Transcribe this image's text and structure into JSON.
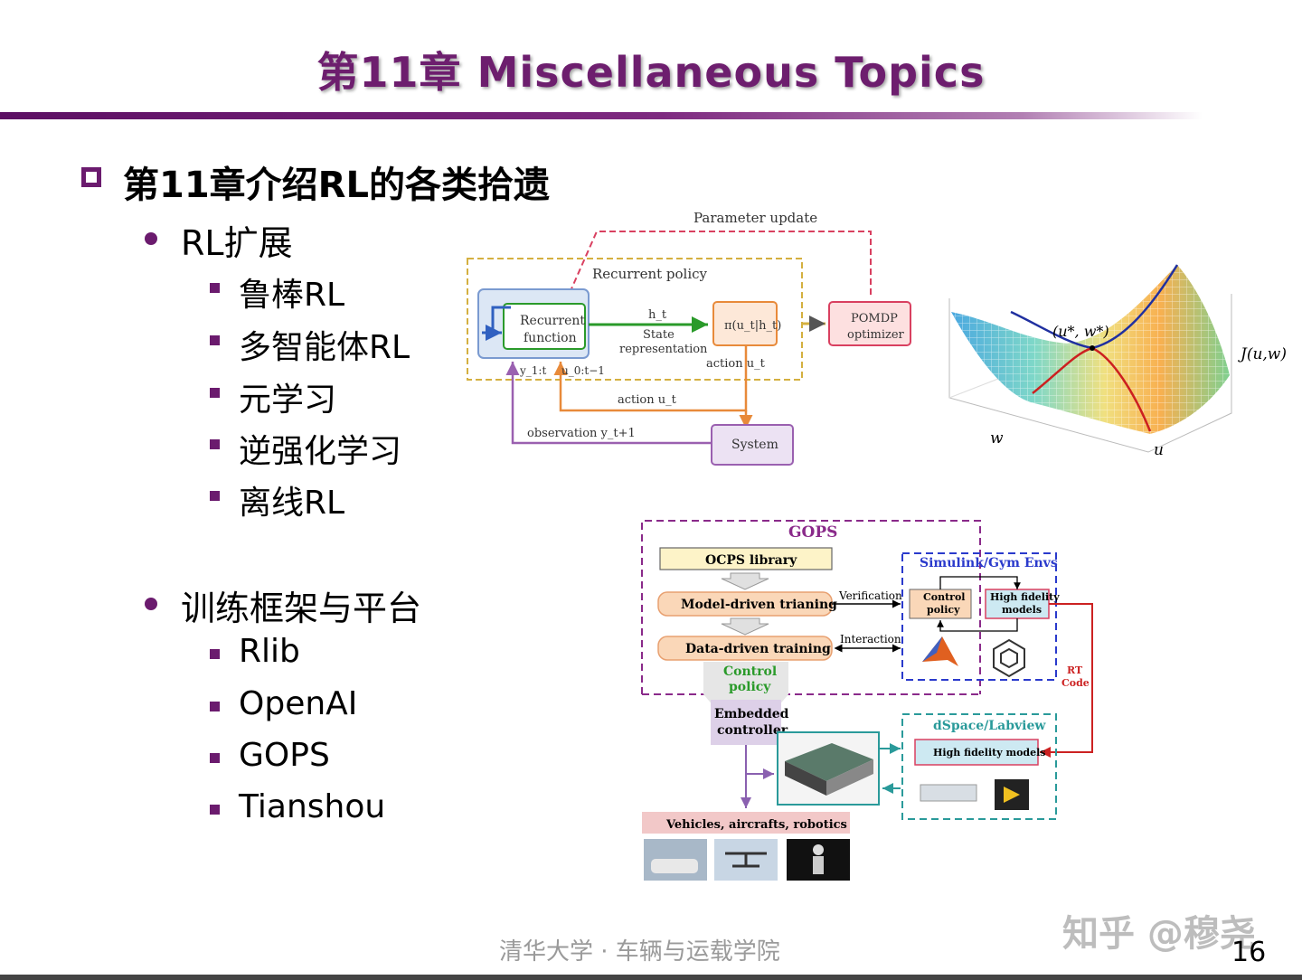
{
  "title": "第11章 Miscellaneous Topics",
  "heading": "第11章介绍RL的各类拾遗",
  "sections": [
    {
      "label": "RL扩展",
      "items": [
        "鲁棒RL",
        "多智能体RL",
        "元学习",
        "逆强化学习",
        "离线RL"
      ]
    },
    {
      "label": "训练框架与平台",
      "items": [
        "Rlib",
        "OpenAI",
        "GOPS",
        "Tianshou"
      ]
    }
  ],
  "diagram1": {
    "parameter_update": "Parameter update",
    "recurrent_policy": "Recurrent policy",
    "recurrent_function_1": "Recurrent",
    "recurrent_function_2": "function",
    "h_t": "h_t",
    "state_rep_1": "State",
    "state_rep_2": "representation",
    "policy": "π(u_t|h_t)",
    "action_u_t": "action u_t",
    "action_u_t2": "action u_t",
    "pomdp_1": "POMDP",
    "pomdp_2": "optimizer",
    "y_1t": "y_1:t",
    "u_0t1": "u_0:t−1",
    "observation": "observation y_t+1",
    "system": "System"
  },
  "surface": {
    "point_label": "(u*, w*)",
    "z_label": "J(u,w)",
    "w_label": "w",
    "u_label": "u"
  },
  "gops": {
    "title": "GOPS",
    "ocps": "OCPS library",
    "model_driven": "Model-driven trianing",
    "data_driven": "Data-driven training",
    "verification": "Verification",
    "interaction": "Interaction",
    "control_policy_1": "Control",
    "control_policy_2": "policy",
    "sim_title": "Simulink/Gym Envs",
    "sim_control_1": "Control",
    "sim_control_2": "policy",
    "hf_1": "High fidelity",
    "hf_2": "models",
    "rt_1": "RT",
    "rt_2": "Code",
    "embedded_1": "Embedded",
    "embedded_2": "controller",
    "dspace_title": "dSpace/Labview",
    "dspace_hf": "High fidelity models",
    "vehicles": "Vehicles, aircrafts, robotics"
  },
  "footer": "清华大学 · 车辆与运载学院",
  "watermark": "知乎 @穆尧",
  "page_number": "16",
  "colors": {
    "accent": "#6b1b6e",
    "orange": "#f0a060",
    "green": "#2a9a2a",
    "purple": "#a070c0",
    "red": "#cc2222",
    "blue": "#2a3acc",
    "teal": "#2a9a9a"
  }
}
